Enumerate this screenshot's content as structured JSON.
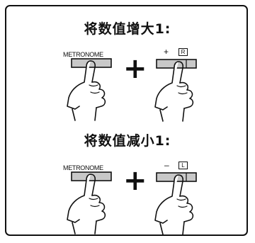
{
  "increase": {
    "heading": "将数值增大1:",
    "left_key_label": "METRONOME",
    "plus": "+",
    "right_key_symbol": "+",
    "right_key_letter": "R"
  },
  "decrease": {
    "heading": "将数值减小1:",
    "left_key_label": "METRONOME",
    "plus": "+",
    "right_key_symbol": "–",
    "right_key_letter": "L"
  }
}
